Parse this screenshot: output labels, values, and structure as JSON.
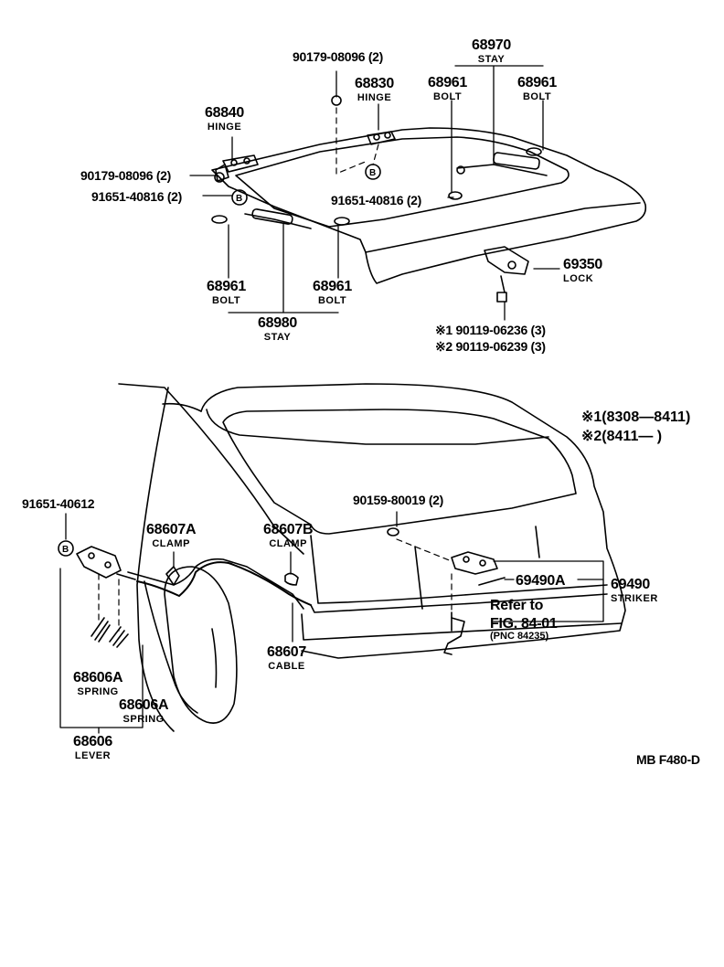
{
  "top": {
    "bolt_9017908096_top": "90179-08096 (2)",
    "hinge_68830": {
      "pn": "68830",
      "name": "HINGE"
    },
    "stay_68970": {
      "pn": "68970",
      "name": "STAY"
    },
    "bolt_68961_a": {
      "pn": "68961",
      "name": "BOLT"
    },
    "bolt_68961_b": {
      "pn": "68961",
      "name": "BOLT"
    },
    "hinge_68840": {
      "pn": "68840",
      "name": "HINGE"
    },
    "bolt_9017908096_left": "90179-08096 (2)",
    "bolt_9165140816_left": "91651-40816 (2)",
    "bolt_9165140816_mid": "91651-40816 (2)",
    "lock_69350": {
      "pn": "69350",
      "name": "LOCK"
    },
    "bolt_68961_c": {
      "pn": "68961",
      "name": "BOLT"
    },
    "bolt_68961_d": {
      "pn": "68961",
      "name": "BOLT"
    },
    "stay_68980": {
      "pn": "68980",
      "name": "STAY"
    },
    "screw_1": "※1 90119-06236 (3)",
    "screw_2": "※2 90119-06239 (3)"
  },
  "legend": {
    "line1": "※1(8308—8411)",
    "line2": "※2(8411—       )"
  },
  "bottom": {
    "bolt_9165140612": "91651-40612",
    "clamp_a": {
      "pn": "68607A",
      "name": "CLAMP"
    },
    "clamp_b": {
      "pn": "68607B",
      "name": "CLAMP"
    },
    "bolt_9015980019": "90159-80019 (2)",
    "striker_69490a": "69490A",
    "striker_69490": {
      "pn": "69490",
      "name": "STRIKER"
    },
    "refer_to": "Refer to",
    "fig_ref": "FIG. 84-01",
    "pnc_ref": "(PNC 84235)",
    "cable": {
      "pn": "68607",
      "name": "CABLE"
    },
    "spring_a": {
      "pn": "68606A",
      "name": "SPRING"
    },
    "spring_b": {
      "pn": "68606A",
      "name": "SPRING"
    },
    "lever": {
      "pn": "68606",
      "name": "LEVER"
    }
  },
  "footer_code": "MB  F480-D"
}
